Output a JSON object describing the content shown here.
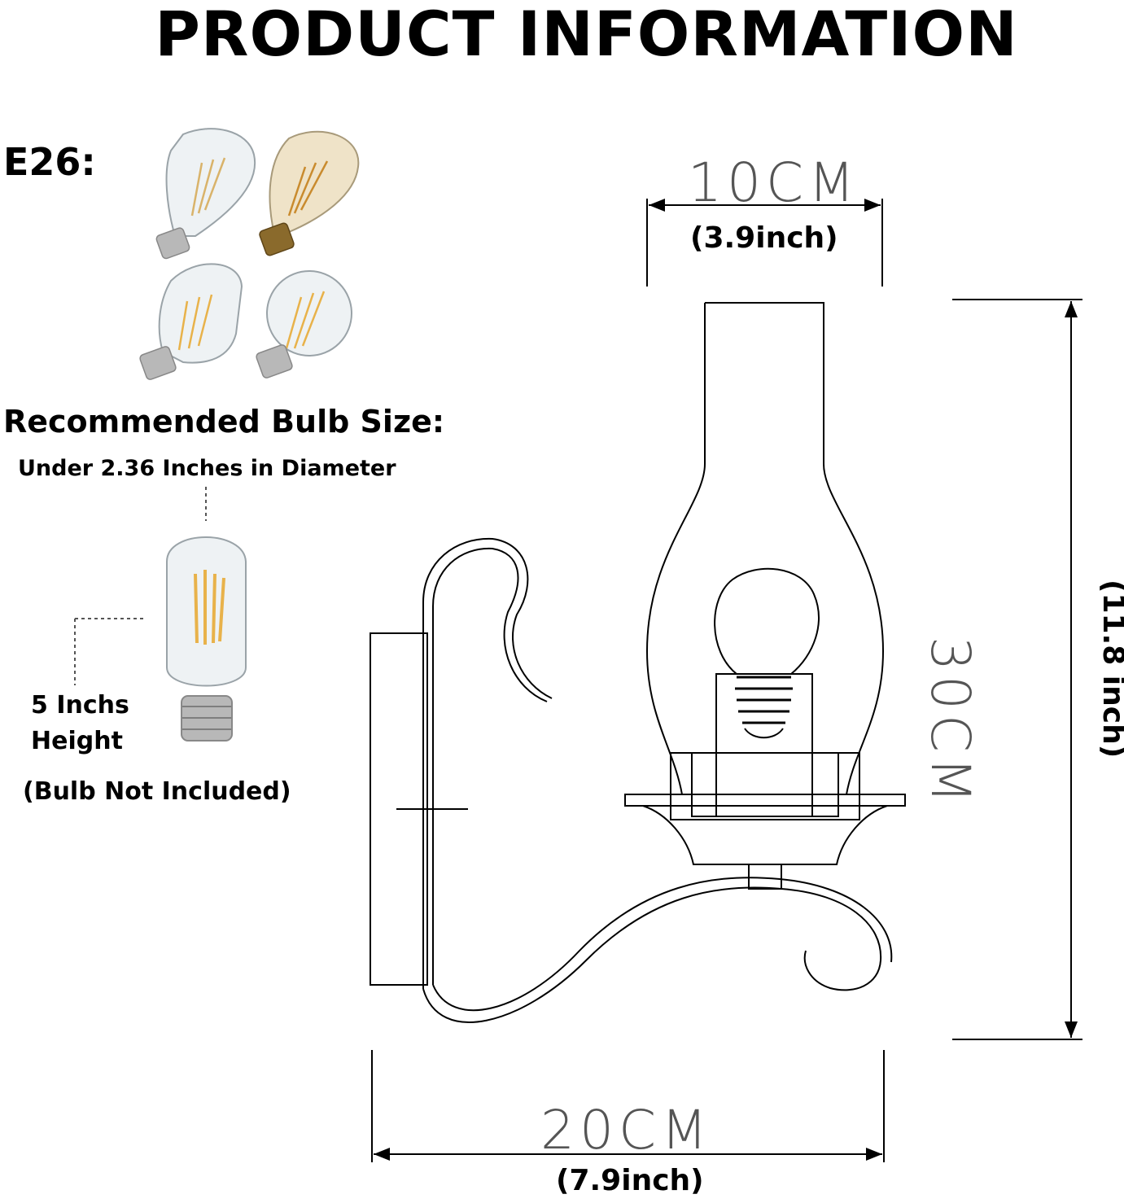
{
  "title": "PRODUCT INFORMATION",
  "socket": {
    "label": "E26:"
  },
  "bulb_size": {
    "heading": "Recommended Bulb Size:",
    "diameter": "Under 2.36 Inches in Diameter",
    "height_line1": "5 Inchs",
    "height_line2": "Height",
    "note": "(Bulb Not Included)"
  },
  "dimensions": {
    "top_metric": "10CM",
    "top_imperial": "(3.9inch)",
    "side_metric": "30CM",
    "side_imperial": "(11.8 inch)",
    "bottom_metric": "20CM",
    "bottom_imperial": "(7.9inch)"
  },
  "colors": {
    "line": "#000000",
    "dim_text": "#555555",
    "glass": "#eef2f4",
    "filament": "#e8b24a",
    "brass": "#8a6a2c",
    "silver": "#b8b8b8"
  }
}
